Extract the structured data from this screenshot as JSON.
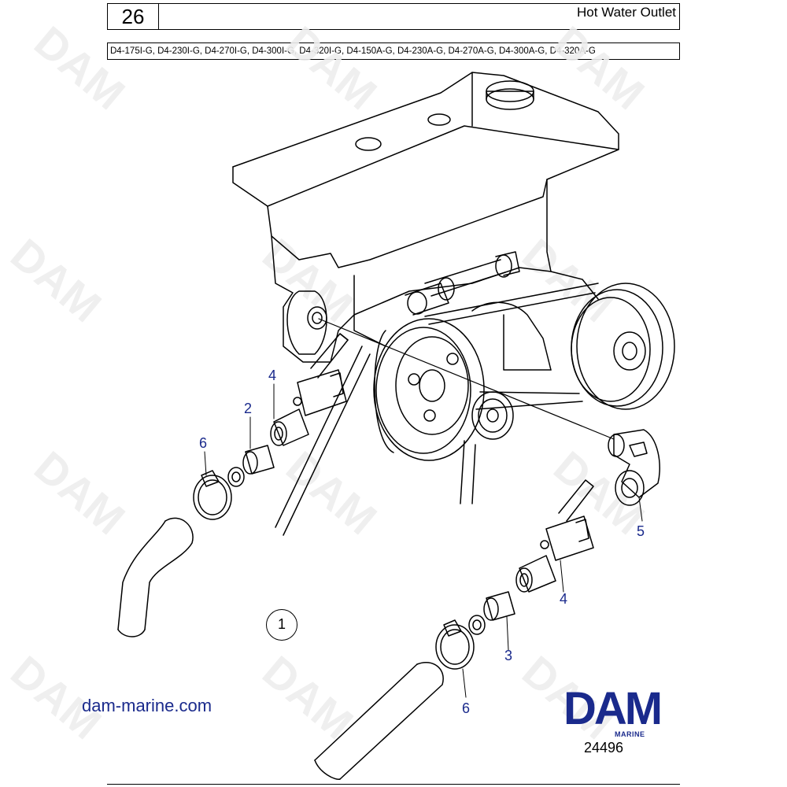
{
  "header": {
    "page_number": "26",
    "title": "Hot Water Outlet",
    "models": "D4-175I-G, D4-230I-G, D4-270I-G, D4-300I-G, D4-320I-G, D4-150A-G, D4-230A-G, D4-270A-G, D4-300A-G, D4-320A-G"
  },
  "callouts": {
    "c4_upper": "4",
    "c2": "2",
    "c6_upper": "6",
    "c5": "5",
    "c4_lower": "4",
    "c3": "3",
    "c6_lower": "6",
    "group": "1"
  },
  "footer": {
    "website": "dam-marine.com",
    "logo_text": "DAM",
    "logo_sub": "MARINE",
    "figure_number": "24496"
  },
  "colors": {
    "accent": "#1a2a8c",
    "line": "#000000",
    "watermark": "#e6e6e6"
  }
}
